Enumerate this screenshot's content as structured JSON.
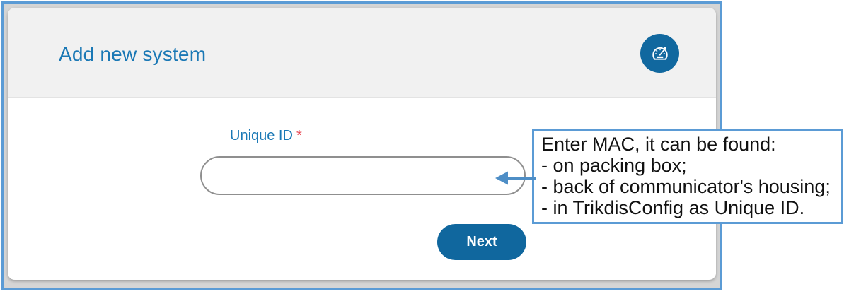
{
  "dialog": {
    "title": "Add new system"
  },
  "form": {
    "unique_id": {
      "label": "Unique ID",
      "required_marker": "*",
      "value": ""
    },
    "next_button_label": "Next"
  },
  "callout": {
    "lines": [
      "Enter MAC, it can be found:",
      "- on packing box;",
      "- back of communicator's housing;",
      "- in TrikdisConfig as Unique ID."
    ]
  },
  "colors": {
    "title_blue": "#1a78b5",
    "button_blue": "#10679e",
    "annotation_blue": "#5b9bd5",
    "required_red": "#e84a55",
    "header_bg": "#f1f1f1"
  }
}
